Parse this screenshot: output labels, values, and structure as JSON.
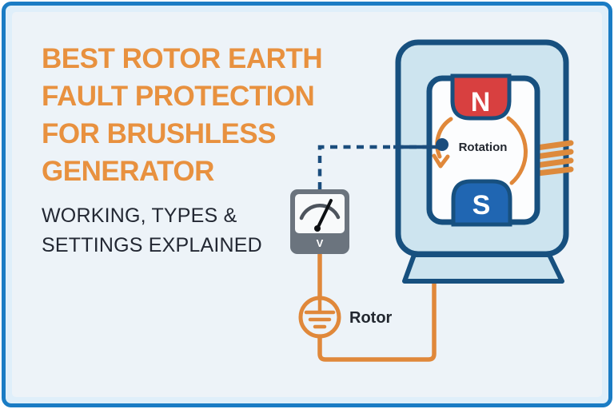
{
  "header": {
    "title_lines": [
      "BEST ROTOR EARTH",
      "FAULT PROTECTION",
      "FOR BRUSHLESS",
      "GENERATOR"
    ],
    "subtitle_lines": [
      "WORKING, TYPES &",
      "SETTINGS EXPLAINED"
    ]
  },
  "diagram": {
    "generator": {
      "north_pole_label": "N",
      "south_pole_label": "S",
      "rotation_label": "Rotation"
    },
    "voltmeter_label": "V",
    "earth_point_label": "Rotor"
  },
  "colors": {
    "frame_blue": "#1a7cc4",
    "background": "#edf3f8",
    "title_orange": "#e8913f",
    "subtitle_dark": "#232833",
    "machine_outline": "#17507f",
    "machine_fill": "#cde4ef",
    "inner_fill": "#fcfdfe",
    "north_pole_red": "#d84040",
    "south_pole_blue": "#2066b2",
    "wire_orange": "#e0883a",
    "coil_orange": "#dd8a3c",
    "meter_gray": "#6b747e",
    "dashed_wire_blue": "#1b4d7d"
  }
}
